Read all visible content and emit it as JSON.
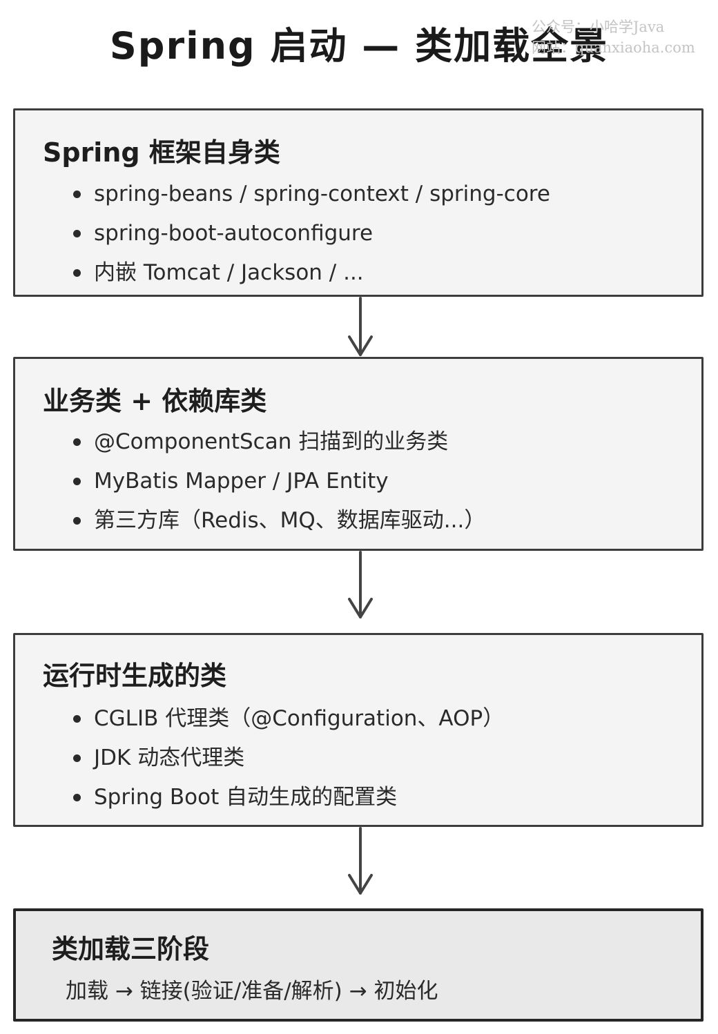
{
  "title": "Spring 启动 — 类加载全景",
  "watermark": {
    "line1": "公众号：小哈学Java",
    "line2": "网站：quanxiaoha.com"
  },
  "boxes": [
    {
      "title": "Spring 框架自身类",
      "items": [
        "spring-beans / spring-context / spring-core",
        "spring-boot-autoconfigure",
        "内嵌 Tomcat / Jackson / ..."
      ]
    },
    {
      "title": "业务类 + 依赖库类",
      "items": [
        "@ComponentScan 扫描到的业务类",
        "MyBatis Mapper / JPA Entity",
        "第三方库（Redis、MQ、数据库驱动...）"
      ]
    },
    {
      "title": "运行时生成的类",
      "items": [
        "CGLIB 代理类（@Configuration、AOP）",
        "JDK 动态代理类",
        "Spring Boot 自动生成的配置类"
      ]
    }
  ],
  "final_box": {
    "title": "类加载三阶段",
    "flow": "加载 → 链接(验证/准备/解析) → 初始化"
  }
}
